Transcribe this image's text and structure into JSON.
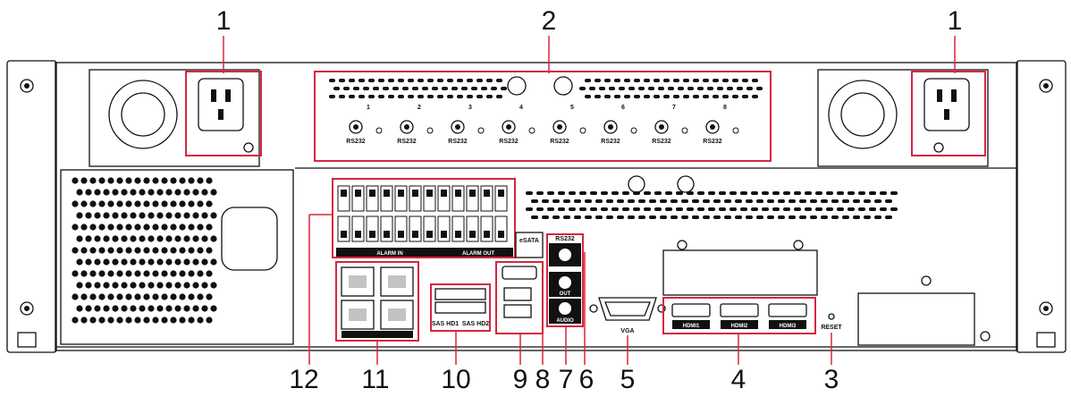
{
  "callouts": {
    "top_left": "1",
    "top_center": "2",
    "top_right": "1",
    "bottom": [
      "12",
      "11",
      "10",
      "9",
      "8",
      "7",
      "6",
      "5",
      "4",
      "3"
    ]
  },
  "labels": {
    "rs232_port": "RS232",
    "alarm_in": "ALARM IN",
    "alarm_out": "ALARM OUT",
    "esata": "eSATA",
    "sas_hd1": "SAS HD1",
    "sas_hd2": "SAS HD2",
    "rs232_block": "RS232",
    "out": "OUT",
    "audio": "AUDIO",
    "vga": "VGA",
    "hdmi1": "HDMI1",
    "hdmi2": "HDMI2",
    "hdmi3": "HDMI3",
    "reset": "RESET",
    "module_digits": [
      "1",
      "2",
      "3",
      "4",
      "5",
      "6",
      "7",
      "8"
    ]
  },
  "colors": {
    "highlight": "#d7263d",
    "line": "#111111"
  }
}
